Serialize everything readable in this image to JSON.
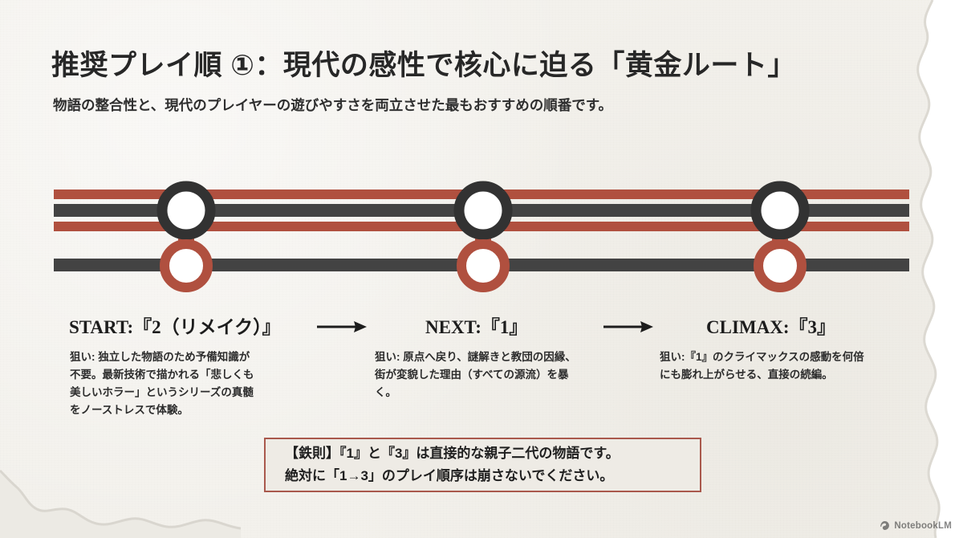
{
  "header": {
    "title": "推奨プレイ順 ①：現代の感性で核心に迫る「黄金ルート」",
    "subtitle": "物語の整合性と、現代のプレイヤーの遊びやすさを両立させた最もおすすめの順番です。"
  },
  "timeline": {
    "arrow_1": "arrow-right-icon",
    "arrow_2": "arrow-right-icon",
    "steps": [
      {
        "label": "START:『2（リメイク）』",
        "desc": "狙い: 独立した物語のため予備知識が不要。最新技術で描かれる「悲しくも美しいホラー」というシリーズの真髄をノーストレスで体験。"
      },
      {
        "label": "NEXT:『1』",
        "desc": "狙い: 原点へ戻り、謎解きと教団の因縁、街が変貌した理由（すべての源流）を暴く。"
      },
      {
        "label": "CLIMAX:『3』",
        "desc": "狙い:『1』のクライマックスの感動を何倍にも膨れ上がらせる、直接の続編。"
      }
    ]
  },
  "callout": {
    "line_1": "【鉄則】『1』と『3』は直接的な親子二代の物語です。",
    "line_2": "絶対に「1→3」のプレイ順序は崩さないでください。"
  },
  "watermark": {
    "icon": "notebooklm-icon",
    "label": "NotebookLM"
  },
  "colors": {
    "background": "#f3f1ec",
    "red": "#b0503f",
    "dark": "#434343",
    "callout_border": "#a9584c",
    "callout_fill": "#eeebe5",
    "text": "#272727"
  }
}
